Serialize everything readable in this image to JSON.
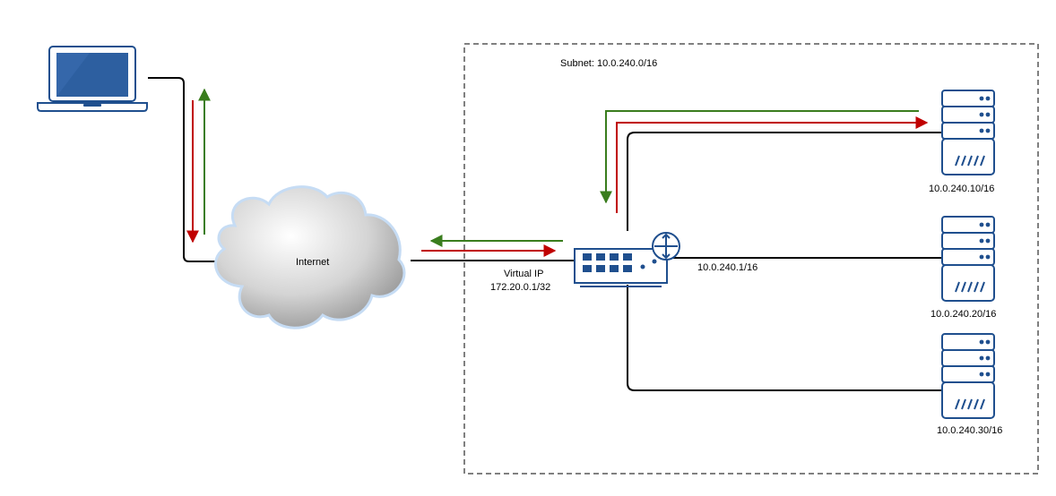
{
  "subnet_label": "Subnet: 10.0.240.0/16",
  "cloud_label": "Internet",
  "vip": {
    "title": "Virtual IP",
    "address": "172.20.0.1/32"
  },
  "router_lan_ip": "10.0.240.1/16",
  "servers": [
    {
      "ip": "10.0.240.10/16"
    },
    {
      "ip": "10.0.240.20/16"
    },
    {
      "ip": "10.0.240.30/16"
    }
  ],
  "colors": {
    "device": "#1f4f8e",
    "screen": "#2d5fa0",
    "request_flow": "#c00000",
    "response_flow": "#3a7d1e",
    "wire": "#000000",
    "cloud_edge": "#c6dcf4"
  },
  "icons": {
    "client": "laptop-icon",
    "network": "cloud-icon",
    "gateway": "router-switch-icon",
    "backend": "server-icon"
  }
}
